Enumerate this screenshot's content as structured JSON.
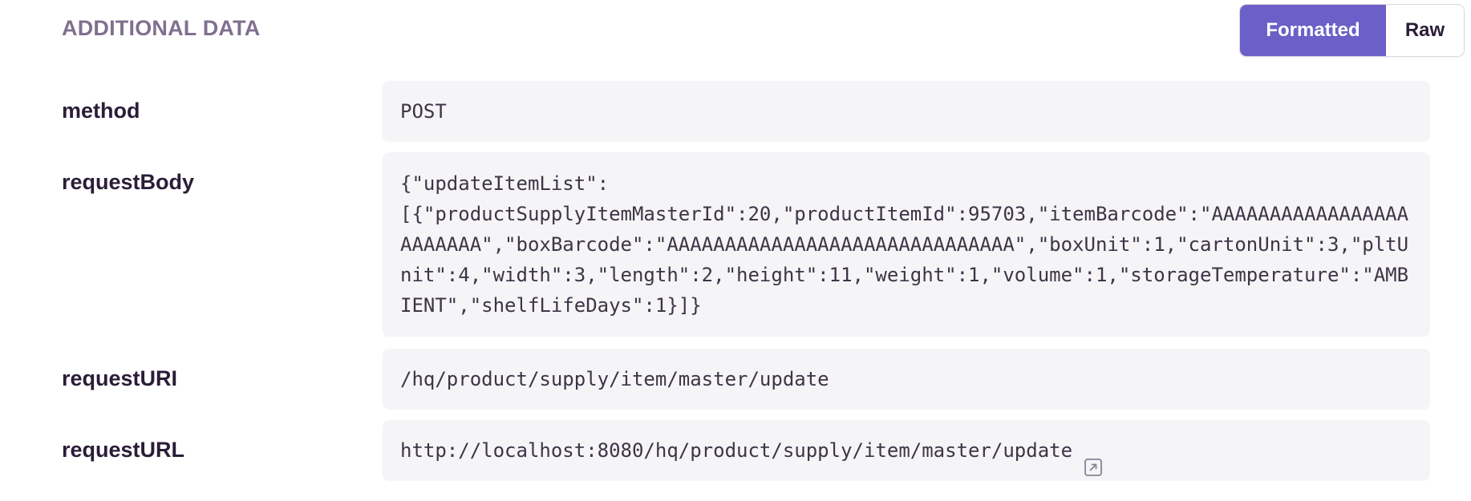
{
  "section": {
    "title": "ADDITIONAL DATA"
  },
  "view_toggle": {
    "formatted_label": "Formatted",
    "raw_label": "Raw",
    "selected": "Formatted"
  },
  "rows": [
    {
      "key": "method",
      "value": "POST"
    },
    {
      "key": "requestBody",
      "value": "{\"updateItemList\":\n[{\"productSupplyItemMasterId\":20,\"productItemId\":95703,\"itemBarcode\":\"AAAAAAAAAAAAAAAAAAAAAAAA\",\"boxBarcode\":\"AAAAAAAAAAAAAAAAAAAAAAAAAAAAAA\",\"boxUnit\":1,\"cartonUnit\":3,\"pltUnit\":4,\"width\":3,\"length\":2,\"height\":11,\"weight\":1,\"volume\":1,\"storageTemperature\":\"AMBIENT\",\"shelfLifeDays\":1}]}"
    },
    {
      "key": "requestURI",
      "value": "/hq/product/supply/item/master/update"
    },
    {
      "key": "requestURL",
      "value": "http://localhost:8080/hq/product/supply/item/master/update",
      "icon": "open-in-new-window-icon"
    }
  ],
  "colors": {
    "accent": "#6c5fc7",
    "section_title": "#80708f",
    "key_text": "#2b1d38",
    "value_bg": "#f5f4f7",
    "value_text": "#3e3446"
  }
}
